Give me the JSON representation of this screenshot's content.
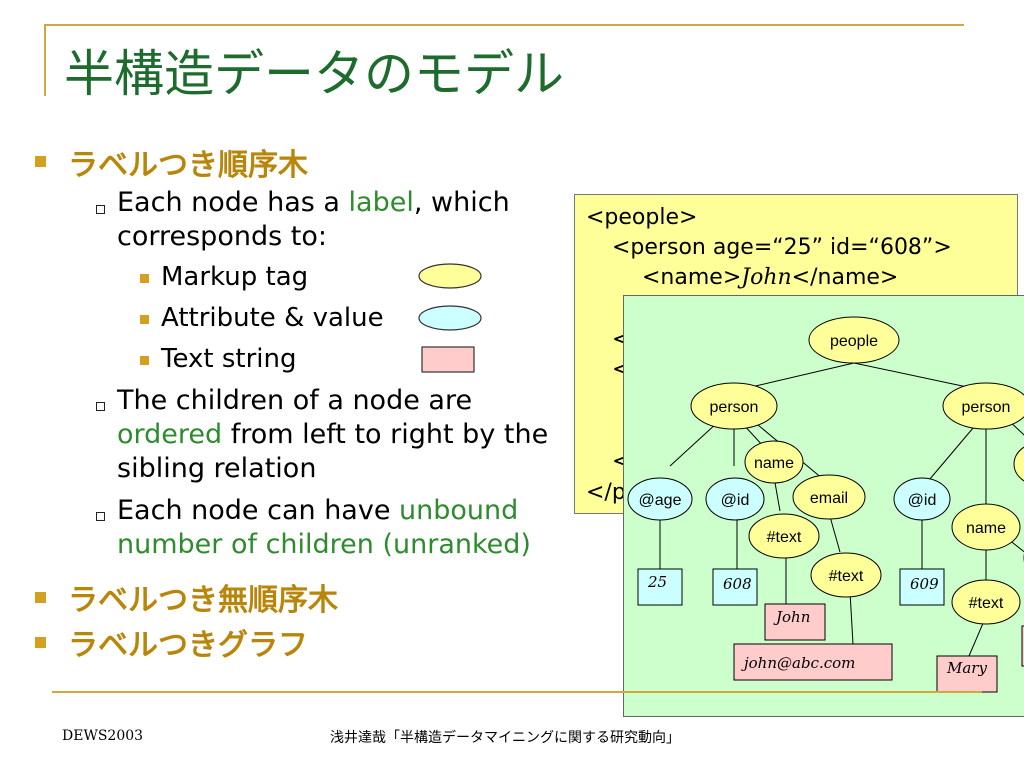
{
  "title": "半構造データのモデル",
  "bullets": {
    "ordered_tree": "ラベルつき順序木",
    "unordered_tree": "ラベルつき無順序木",
    "graph": "ラベルつきグラフ"
  },
  "sub1": {
    "part1": "Each node has a ",
    "label": "label",
    "part2": ", which",
    "line2": "corresponds to:"
  },
  "items": {
    "markup": "Markup tag",
    "attribute": "Attribute & value",
    "text": "Text string"
  },
  "sub2": {
    "line1": "The children of a node are",
    "ordered": "ordered",
    "line2": " from left to right by the",
    "line3": "sibling relation"
  },
  "sub3": {
    "part1": "Each node can have ",
    "unbound": "unbound",
    "line2": "number of children (unranked)"
  },
  "code": {
    "l1": "<people>",
    "l2": "<person age=“25” id=“608”>",
    "l3a": "<name>",
    "l3b": "John",
    "l3c": "</name>",
    "l_a": "<",
    "l_b": "<",
    "l_c": "<",
    "l_d": "</p"
  },
  "tree": {
    "people": "people",
    "person1": "person",
    "person2": "person",
    "age": "@age",
    "id1": "@id",
    "name1": "name",
    "email": "email",
    "text1": "#text",
    "text2": "#text",
    "id2": "@id",
    "name2": "name",
    "text3": "#text",
    "v25": "25",
    "v608": "608",
    "v609": "609",
    "john": "John",
    "johnemail": "john@abc.com",
    "mary": "Mary"
  },
  "footer": {
    "left": "DEWS2003",
    "center": "浅井達哉「半構造データマイニングに関する研究動向」"
  },
  "colors": {
    "title": "#1e6b2e",
    "bullet": "#b8860b",
    "highlight": "#2e8b2e",
    "tag": "#ffff99",
    "attr": "#ccffff",
    "text": "#ffcccc",
    "tree_bg": "#ccffcc",
    "code_bg": "#ffff99",
    "rule": "#d4a640"
  }
}
